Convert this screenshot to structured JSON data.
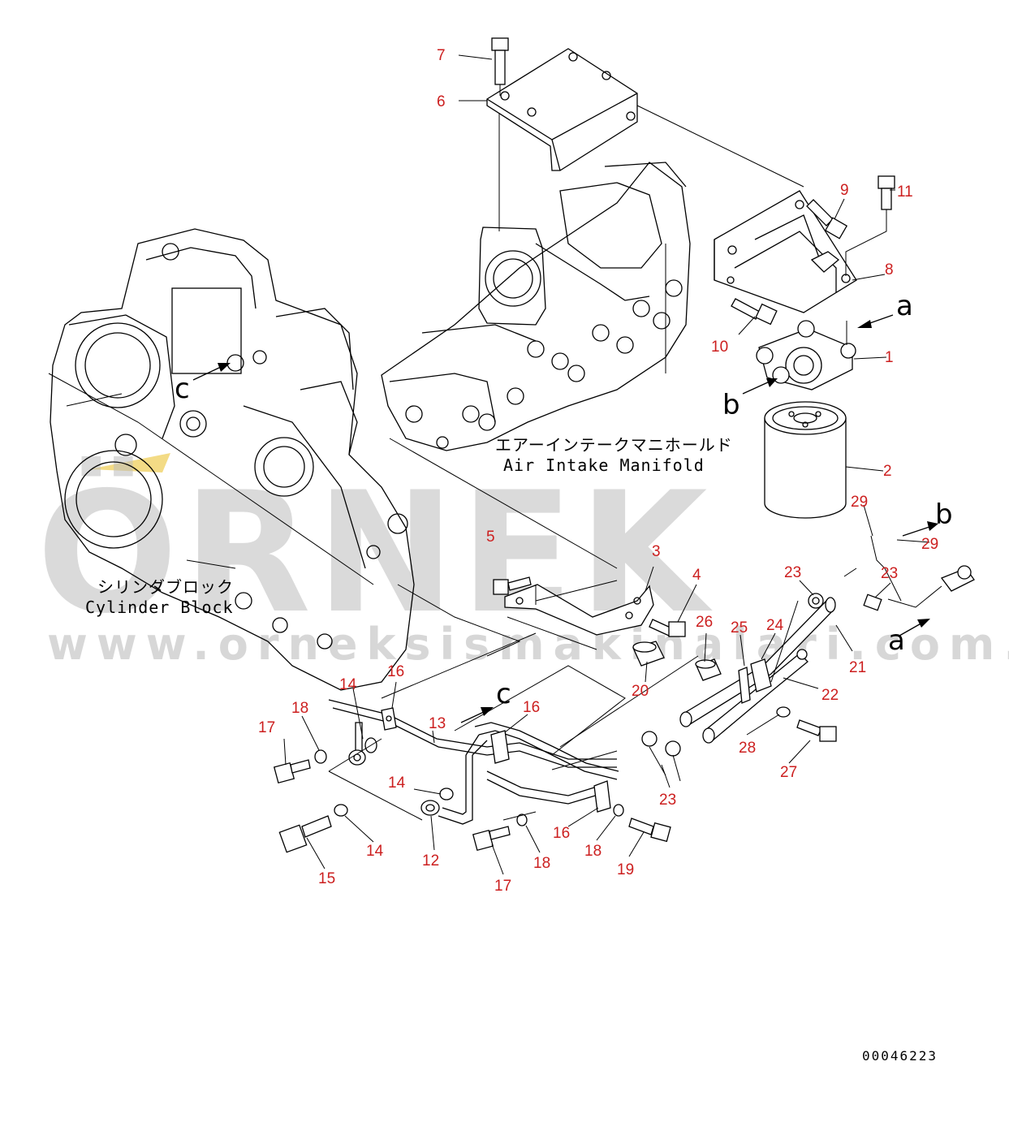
{
  "watermark": {
    "brand": "ÖRNEK",
    "url": "www.orneksismakinalari.com.tr"
  },
  "assemblies": {
    "air_intake_manifold_jp": "エアーインテークマニホールド",
    "air_intake_manifold_en": "Air Intake Manifold",
    "cylinder_block_jp": "シリンダブロック",
    "cylinder_block_en": "Cylinder Block"
  },
  "view_markers": [
    "a",
    "b",
    "c"
  ],
  "document_id": "00046223",
  "part_numbers": [
    "1",
    "2",
    "3",
    "4",
    "5",
    "6",
    "7",
    "8",
    "9",
    "10",
    "11",
    "12",
    "13",
    "14",
    "15",
    "16",
    "17",
    "18",
    "19",
    "20",
    "21",
    "22",
    "23",
    "24",
    "25",
    "26",
    "27",
    "28",
    "29"
  ],
  "colors": {
    "callout": "#cc1f1f",
    "linework": "#000000",
    "watermark": "#bdbdbd",
    "watermark_accent": "#f0d266"
  }
}
